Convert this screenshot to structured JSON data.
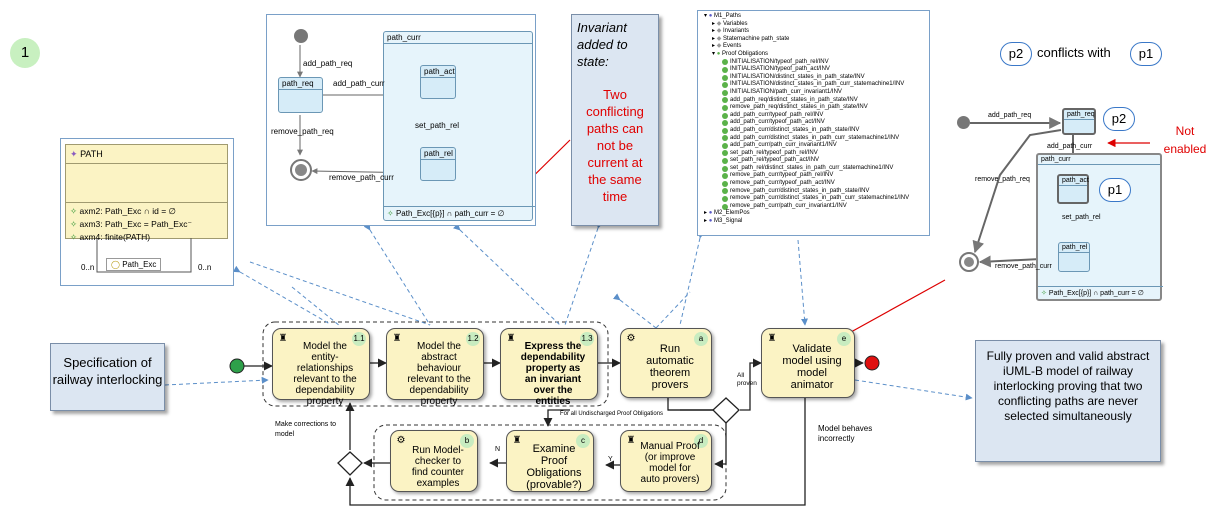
{
  "step_number": "1",
  "spec_note": "Specification of railway interlocking",
  "result_note": "Fully proven and valid abstract iUML-B model of railway interlocking proving that two conflicting paths are never selected simultaneously",
  "invariant_note": {
    "title": "Invariant added to state:",
    "body": "Two conflicting paths can not be current at the same time"
  },
  "class_diagram": {
    "class_name": "PATH",
    "axioms": [
      "axm2: Path_Exc ∩ id = ∅",
      "axm3: Path_Exc = Path_Exc⁻",
      "axm4: finite(PATH)"
    ],
    "assoc": "Path_Exc",
    "mult_left": "0..n",
    "mult_right": "0..n"
  },
  "state_machine": {
    "transitions": {
      "add_path_req": "add_path_req",
      "add_path_curr": "add_path_curr",
      "set_path_rel": "set_path_rel",
      "remove_path_req": "remove_path_req",
      "remove_path_curr": "remove_path_curr"
    },
    "states": {
      "path_req": "path_req",
      "path_act": "path_act",
      "path_rel": "path_rel",
      "path_curr": "path_curr"
    },
    "invariant": "Path_Exc[{p}] ∩ path_curr = ∅"
  },
  "proof_tree": {
    "root": "M1_Paths",
    "sections": [
      "Variables",
      "Invariants",
      "Statemachine path_state",
      "Events",
      "Proof Obligations"
    ],
    "obligations": [
      "INITIALISATION/typeof_path_rel/INV",
      "INITIALISATION/typeof_path_act/INV",
      "INITIALISATION/distinct_states_in_path_state/INV",
      "INITIALISATION/distinct_states_in_path_curr_statemachine1/INV",
      "INITIALISATION/path_curr_invariant1/INV",
      "add_path_req/distinct_states_in_path_state/INV",
      "remove_path_req/distinct_states_in_path_state/INV",
      "add_path_curr/typeof_path_rel/INV",
      "add_path_curr/typeof_path_act/INV",
      "add_path_curr/distinct_states_in_path_state/INV",
      "add_path_curr/distinct_states_in_path_curr_statemachine1/INV",
      "add_path_curr/path_curr_invariant1/INV",
      "set_path_rel/typeof_path_rel/INV",
      "set_path_rel/typeof_path_act/INV",
      "set_path_rel/distinct_states_in_path_curr_statemachine1/INV",
      "remove_path_curr/typeof_path_rel/INV",
      "remove_path_curr/typeof_path_act/INV",
      "remove_path_curr/distinct_states_in_path_state/INV",
      "remove_path_curr/distinct_states_in_path_curr_statemachine1/INV",
      "remove_path_curr/path_curr_invariant1/INV"
    ],
    "footer": [
      "M2_ElemPos",
      "M3_Signal"
    ]
  },
  "animator": {
    "p2": "p2",
    "p1": "p1",
    "conflicts": "conflicts with",
    "not_enabled": "Not enabled",
    "add_path_req": "add_path_req",
    "add_path_curr": "add_path_curr",
    "set_path_rel": "set_path_rel",
    "remove_path_req": "remove_path_req",
    "remove_path_curr": "remove_path_curr",
    "path_req": "path_req",
    "path_curr": "path_curr",
    "path_act": "path_act",
    "path_rel": "path_rel",
    "invariant": "Path_Exc[{p}] ∩ path_curr = ∅"
  },
  "tasks": {
    "t11": {
      "label": "Model the entity-relationships relevant to the dependability property",
      "badge": "1.1"
    },
    "t12": {
      "label": "Model the abstract behaviour relevant to the dependability property",
      "badge": "1.2"
    },
    "t13": {
      "label": "Express the dependability property as an invariant over the entities",
      "badge": "1.3"
    },
    "ta": {
      "label": "Run automatic theorem provers",
      "badge": "a"
    },
    "te": {
      "label": "Validate model using model animator",
      "badge": "e"
    },
    "tb": {
      "label": "Run Model-checker to find counter examples",
      "badge": "b"
    },
    "tc": {
      "label": "Examine Proof Obligations (provable?)",
      "badge": "c"
    },
    "td": {
      "label": "Manual Proof (or improve model for auto provers)",
      "badge": "d"
    }
  },
  "flow_labels": {
    "all_proven": "All proven",
    "undischarged": "For all Undischarged Proof Obligations",
    "make_corrections": "Make corrections to model",
    "model_behaves": "Model behaves incorrectly",
    "n": "N",
    "y": "Y"
  }
}
